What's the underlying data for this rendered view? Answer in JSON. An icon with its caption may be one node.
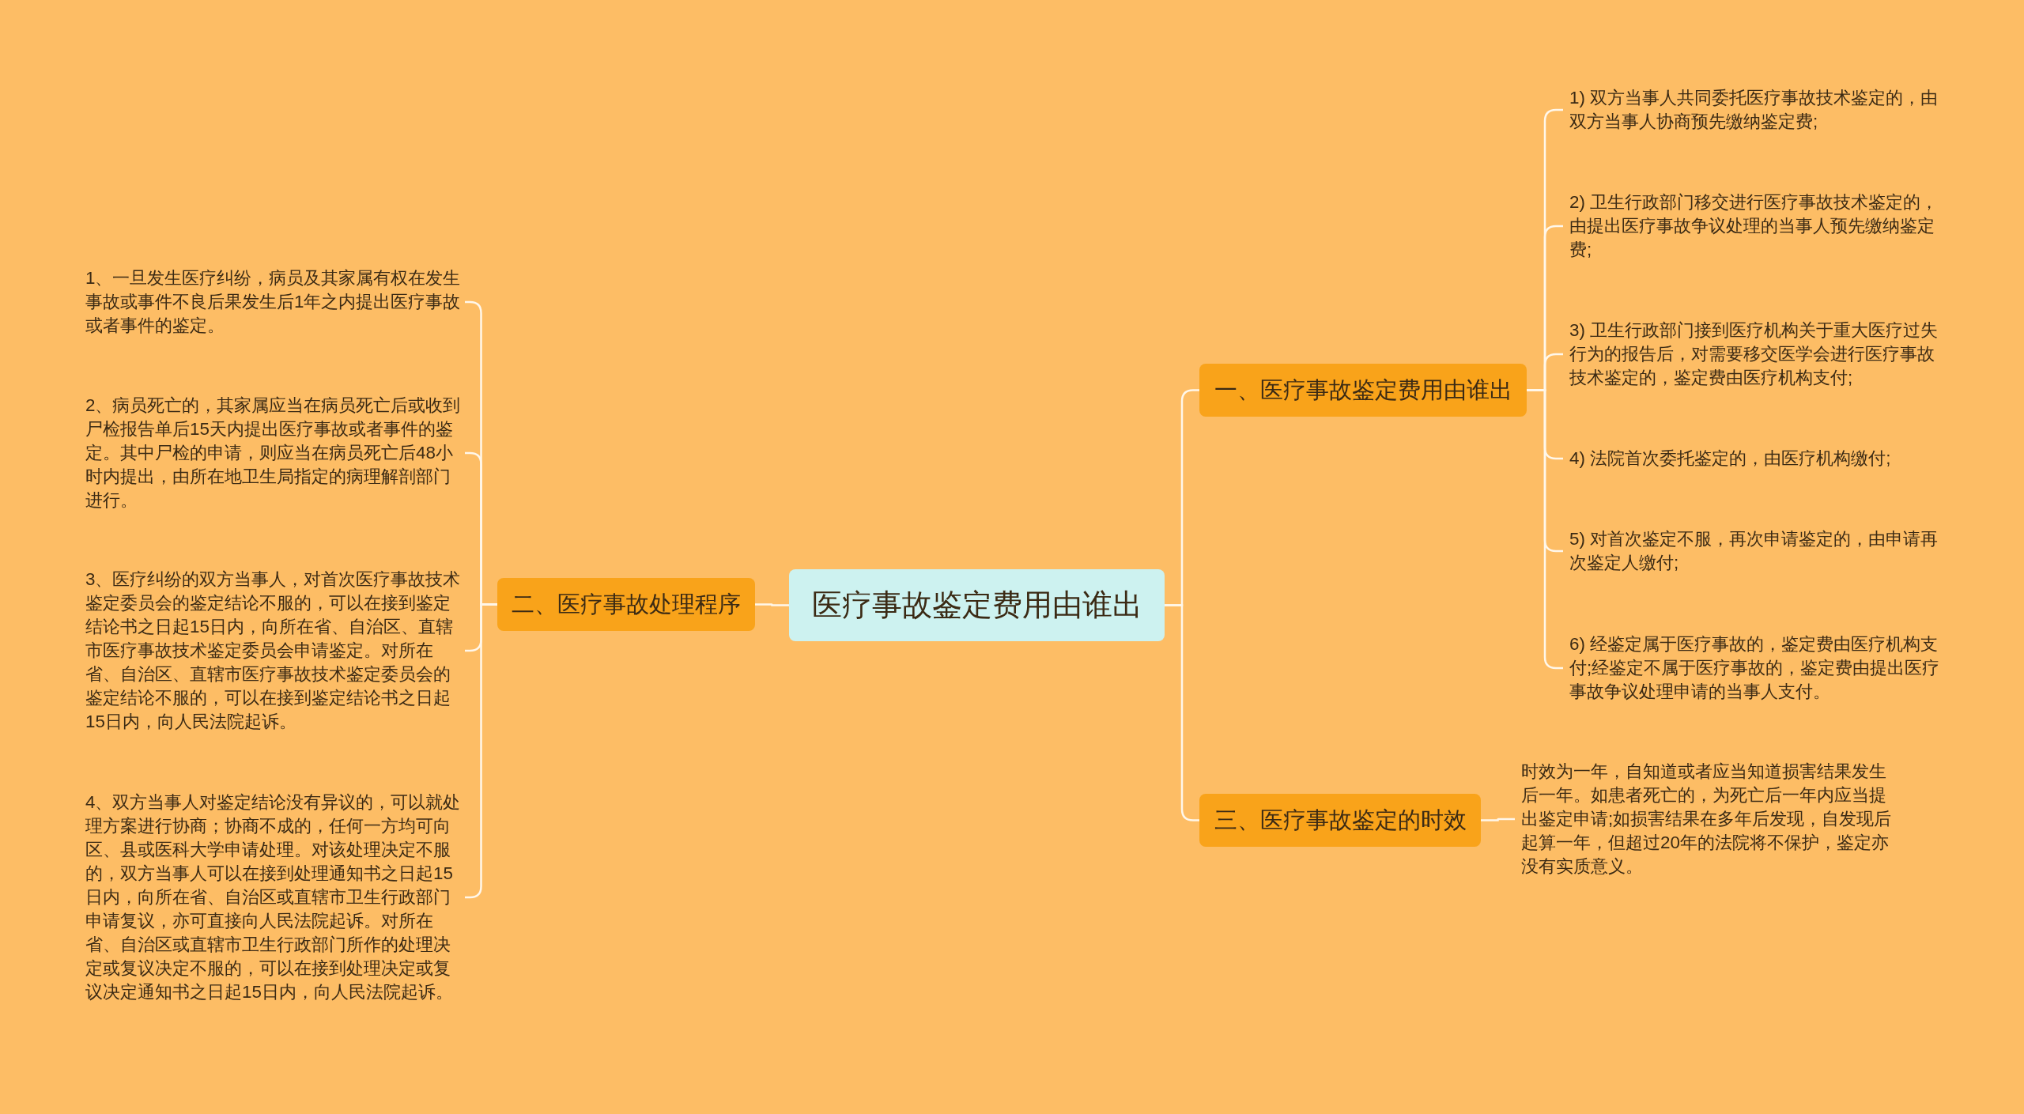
{
  "diagram": {
    "nodes": [
      {
        "text": [
          "医疗事故鉴定费用由谁出"
        ]
      },
      {
        "text": [
          "二、医疗事故处理程序"
        ]
      },
      {
        "text": [
          "1、一旦发生医疗纠纷，病员及其家属有权在发生事故或事件不良后果发生后1年之内提出医疗事故或者事件的鉴定。"
        ]
      },
      {
        "text": [
          "2、病员死亡的，其家属应当在病员死亡后或收到尸检报告单后15天内提出医疗事故或者事件的鉴定。其中尸检的申请，则应当在病员死亡后48小时内提出，由所在地卫生局指定的病理解剖部门进行。"
        ]
      },
      {
        "text": [
          "3、医疗纠纷的双方当事人，对首次医疗事故技术鉴定委员会的鉴定结论不服的，可以在接到鉴定结论书之日起15日内，向所在省、自治区、直辖市医疗事故技术鉴定委员会申请鉴定。对所在省、自治区、直辖市医疗事故技术鉴定委员会的鉴定结论不服的，可以在接到鉴定结论书之日起15日内，向人民法院起诉。"
        ]
      },
      {
        "text": [
          "4、双方当事人对鉴定结论没有异议的，可以就处理方案进行协商；协商不成的，任何一方均可向区、县或医科大学申请处理。对该处理决定不服的，双方当事人可以在接到处理通知书之日起15日内，向所在省、自治区或直辖市卫生行政部门申请复议，亦可直接向人民法院起诉。对所在省、自治区或直辖市卫生行政部门所作的处理决定或复议决定不服的，可以在接到处理决定或复议决定通知书之日起15日内，向人民法院起诉。"
        ]
      },
      {
        "text": [
          "一、医疗事故鉴定费用由谁出"
        ]
      },
      {
        "text": [
          "1) 双方当事人共同委托医疗事故技术鉴定的，由双方当事人协商预先缴纳鉴定费;"
        ]
      },
      {
        "text": [
          "2) 卫生行政部门移交进行医疗事故技术鉴定的，由提出医疗事故争议处理的当事人预先缴纳鉴定费;"
        ]
      },
      {
        "text": [
          "3) 卫生行政部门接到医疗机构关于重大医疗过失行为的报告后，对需要移交医学会进行医疗事故技术鉴定的，鉴定费由医疗机构支付;"
        ]
      },
      {
        "text": [
          "4) 法院首次委托鉴定的，由医疗机构缴付;"
        ]
      },
      {
        "text": [
          "5) 对首次鉴定不服，再次申请鉴定的，由申请再次鉴定人缴付;"
        ]
      },
      {
        "text": [
          "6) 经鉴定属于医疗事故的，鉴定费由医疗机构支付;经鉴定不属于医疗事故的，鉴定费由提出医疗事故争议处理申请的当事人支付。"
        ]
      },
      {
        "text": [
          "三、医疗事故鉴定的时效"
        ]
      },
      {
        "text": [
          "时效为一年，自知道或者应当知道损害结果发生后一年。如患者死亡的，为死亡后一年内应当提出鉴定申请;如损害结果在多年后发现，自发现后起算一年，但超过20年的法院将不保护，鉴定亦没有实质意义。"
        ]
      }
    ],
    "edges": [
      {
        "from": 0,
        "to": 1,
        "arrow": "none"
      },
      {
        "from": 1,
        "to": 2,
        "arrow": "none"
      },
      {
        "from": 1,
        "to": 3,
        "arrow": "none"
      },
      {
        "from": 1,
        "to": 4,
        "arrow": "none"
      },
      {
        "from": 1,
        "to": 5,
        "arrow": "none"
      },
      {
        "from": 0,
        "to": 6,
        "arrow": "none"
      },
      {
        "from": 6,
        "to": 7,
        "arrow": "none"
      },
      {
        "from": 6,
        "to": 8,
        "arrow": "none"
      },
      {
        "from": 6,
        "to": 9,
        "arrow": "none"
      },
      {
        "from": 6,
        "to": 10,
        "arrow": "none"
      },
      {
        "from": 6,
        "to": 11,
        "arrow": "none"
      },
      {
        "from": 6,
        "to": 12,
        "arrow": "none"
      },
      {
        "from": 0,
        "to": 13,
        "arrow": "none"
      },
      {
        "from": 13,
        "to": 14,
        "arrow": "none"
      }
    ]
  }
}
